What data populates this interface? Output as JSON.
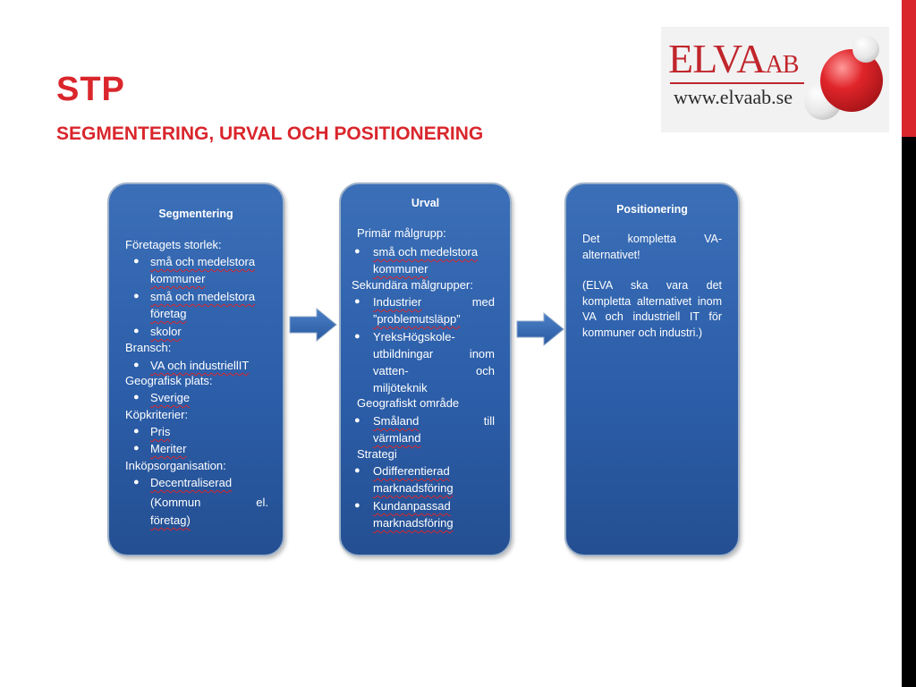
{
  "header": {
    "title": "STP",
    "subtitle": "SEGMENTERING, URVAL OCH POSITIONERING"
  },
  "logo": {
    "brand": "ELVA",
    "brand_suffix": "AB",
    "url": "www.elvaab.se"
  },
  "colors": {
    "accent": "#d9262c",
    "box": "#2c5ea9",
    "edge": "#000000"
  },
  "segmentering": {
    "heading": "Segmentering",
    "storlek_label": "Företagets storlek:",
    "b1a": "små och medelstora",
    "b1b": "kommuner",
    "b2a": "små och medelstora",
    "b2b": "företag",
    "b3": "skolor",
    "bransch_label": "Bransch:",
    "b4": "VA och industriellIT",
    "geo_label": "Geografisk plats:",
    "b5": "Sverige",
    "kop_label": "Köpkriterier:",
    "b6": "Pris",
    "b7": "Meriter",
    "ink_label": "Inköpsorganisation:",
    "b8a": "Decentraliserad",
    "b8b1": "(Kommun",
    "b8b2": "el.",
    "b8c": "företag)"
  },
  "urval": {
    "heading": "Urval",
    "primar_label": "Primär målgrupp:",
    "p1a": "små och medelstora",
    "p1b": "kommuner",
    "sek_label": "Sekundära målgrupper:",
    "s1a1": "Industrier",
    "s1a2": "med",
    "s1b": "”problemutsläpp”",
    "s2a": "YreksHögskole-",
    "s2b1": "utbildningar",
    "s2b2": "inom",
    "s2c1": "vatten-",
    "s2c2": "och",
    "s2d": "miljöteknik",
    "geo_label": "Geografiskt område",
    "g1a1": "Småland",
    "g1a2": "till",
    "g1b": "värmland",
    "strat_label": "Strategi",
    "st1a": "Odifferentierad",
    "st1b": "marknadsföring",
    "st2a": "Kundanpassad",
    "st2b": "marknadsföring"
  },
  "positionering": {
    "heading": "Positionering",
    "text1": "Det kompletta VA-alternativet!",
    "text2": "(ELVA ska vara det kompletta alternativet inom VA och industriell IT för kommuner och industri.)"
  }
}
